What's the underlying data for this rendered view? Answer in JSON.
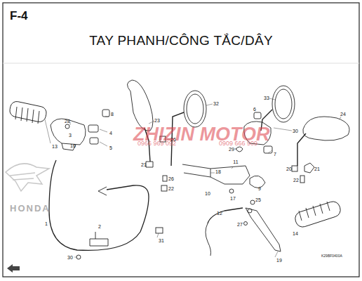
{
  "diagram": {
    "title": "TAY PHANH/CÔNG TẮC/DÂY",
    "labels": [
      "F-4",
      "13",
      "28",
      "8",
      "4",
      "3",
      "16",
      "5",
      "23",
      "26",
      "21",
      "26",
      "22",
      "32",
      "33",
      "24",
      "6",
      "30",
      "29",
      "7",
      "11",
      "18",
      "9",
      "20",
      "21",
      "22",
      "10",
      "17",
      "25",
      "12",
      "27",
      "14",
      "19",
      "1",
      "2",
      "31",
      "30",
      "HONDA",
      "ZHIZIN MOTOR",
      "0966 969 092",
      "0909 666 909",
      "K29BF0400A"
    ]
  }
}
